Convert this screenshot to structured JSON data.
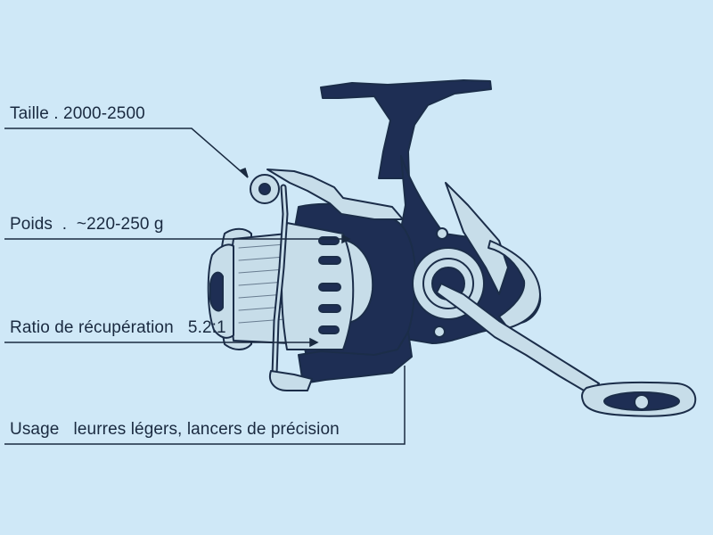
{
  "labels": {
    "taille": "Taille . 2000-2500",
    "poids": "Poids  .  ~220-250 g",
    "ratio": "Ratio de récupération   5.2:1",
    "usage": "Usage   leurres légers, lancers de précision"
  },
  "colors": {
    "background": "#cfe8f7",
    "outline": "#1b2d49",
    "navy": "#1e2e54",
    "light_part": "#c7dde9",
    "leader_line": "#1a2a40"
  },
  "icons": {
    "subject": "spinning-reel-illustration"
  }
}
